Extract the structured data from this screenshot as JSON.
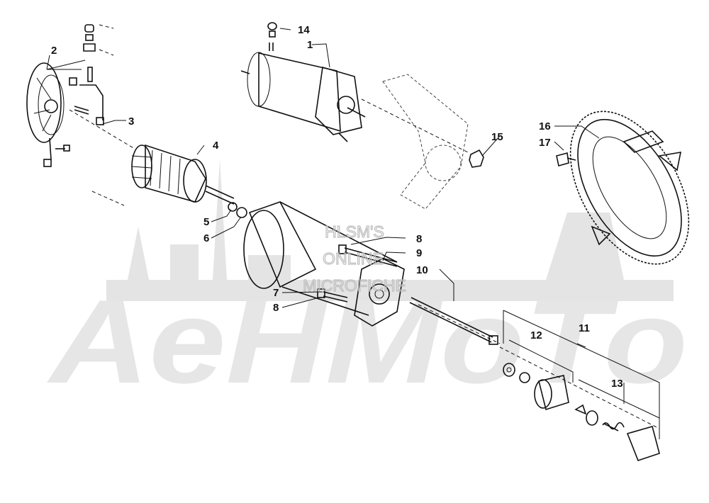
{
  "watermark": {
    "brand": "AeHMoTo",
    "microfiche_lines": [
      "HLSM'S",
      "ONLINE",
      "MICROFICHE"
    ]
  },
  "callouts": [
    "1",
    "2",
    "3",
    "4",
    "5",
    "6",
    "7",
    "8",
    "8",
    "9",
    "10",
    "11",
    "12",
    "13",
    "14",
    "15",
    "16",
    "17"
  ]
}
